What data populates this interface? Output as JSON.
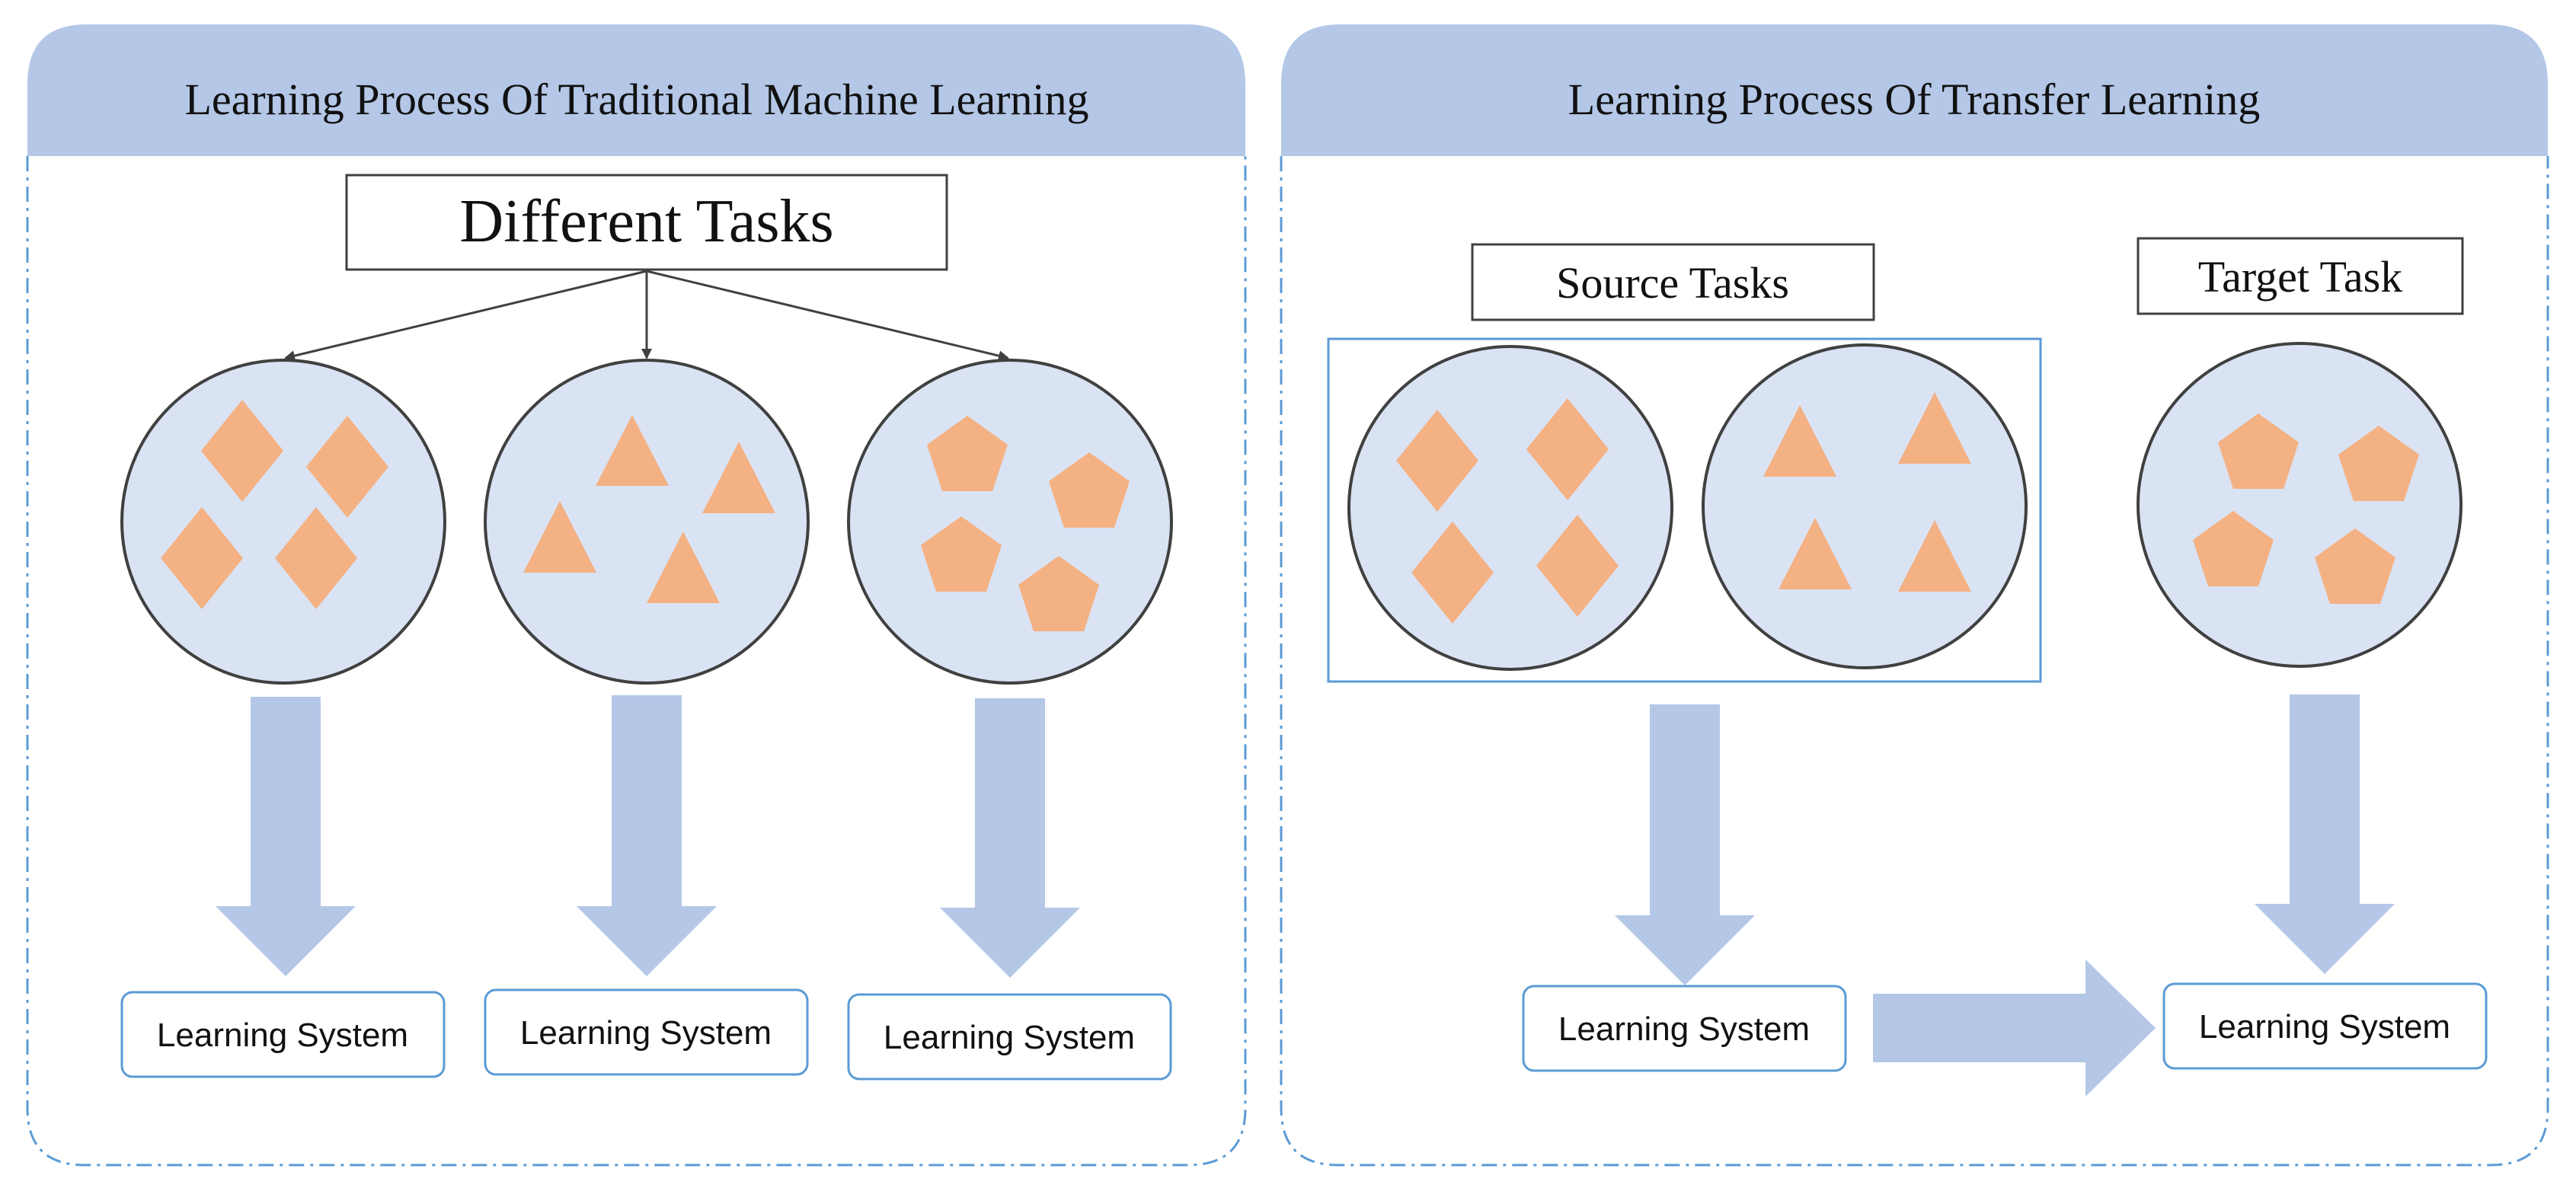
{
  "colors": {
    "header_fill": "#b4c7e7",
    "panel_border": "#5b9bd5",
    "circle_fill": "#dae3f3",
    "circle_stroke": "#404040",
    "shape_fill": "#f4b183",
    "arrow_fill": "#b4c7e7",
    "box_border": "#5b9bd5",
    "title_box_border": "#404040"
  },
  "left_panel": {
    "title": "Learning Process Of Traditional Machine Learning",
    "tasks_label": "Different Tasks",
    "columns": [
      {
        "shape": "diamond-icon",
        "shape_count": 4,
        "system_label": "Learning System"
      },
      {
        "shape": "triangle-icon",
        "shape_count": 4,
        "system_label": "Learning System"
      },
      {
        "shape": "pentagon-icon",
        "shape_count": 4,
        "system_label": "Learning System"
      }
    ]
  },
  "right_panel": {
    "title": "Learning Process Of Transfer Learning",
    "source_label": "Source Tasks",
    "target_label": "Target Task",
    "source_circles": [
      {
        "shape": "diamond-icon",
        "shape_count": 4
      },
      {
        "shape": "triangle-icon",
        "shape_count": 4
      }
    ],
    "target_circle": {
      "shape": "pentagon-icon",
      "shape_count": 4
    },
    "source_system_label": "Learning System",
    "target_system_label": "Learning System"
  }
}
